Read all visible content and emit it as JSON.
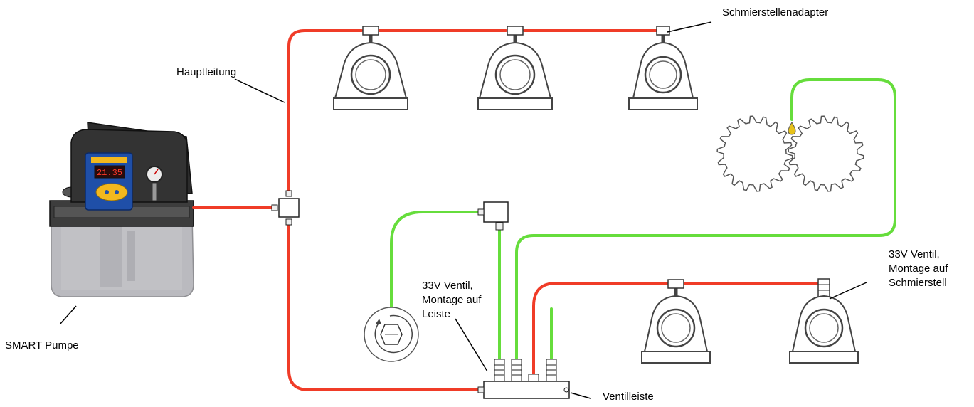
{
  "labels": {
    "smart_pump": "SMART Pumpe",
    "main_line": "Hauptleitung",
    "point_adapter": "Schmierstellenadapter",
    "valve_bar": "Ventilleiste",
    "valve_on_bar_1": "33V Ventil,",
    "valve_on_bar_2": "Montage auf",
    "valve_on_bar_3": "Leiste",
    "valve_on_point_1": "33V Ventil,",
    "valve_on_point_2": "Montage auf",
    "valve_on_point_3": "Schmierstell"
  },
  "pump_display": {
    "reading": "21.35"
  },
  "colors": {
    "main_line": "#f03c28",
    "secondary_line": "#66dd3c",
    "pump_body": "#3a3a3a",
    "pump_panel": "#1f4fa8",
    "pump_accent": "#f3b81e",
    "reservoir": "#b9b9bd",
    "outline": "#444444"
  }
}
